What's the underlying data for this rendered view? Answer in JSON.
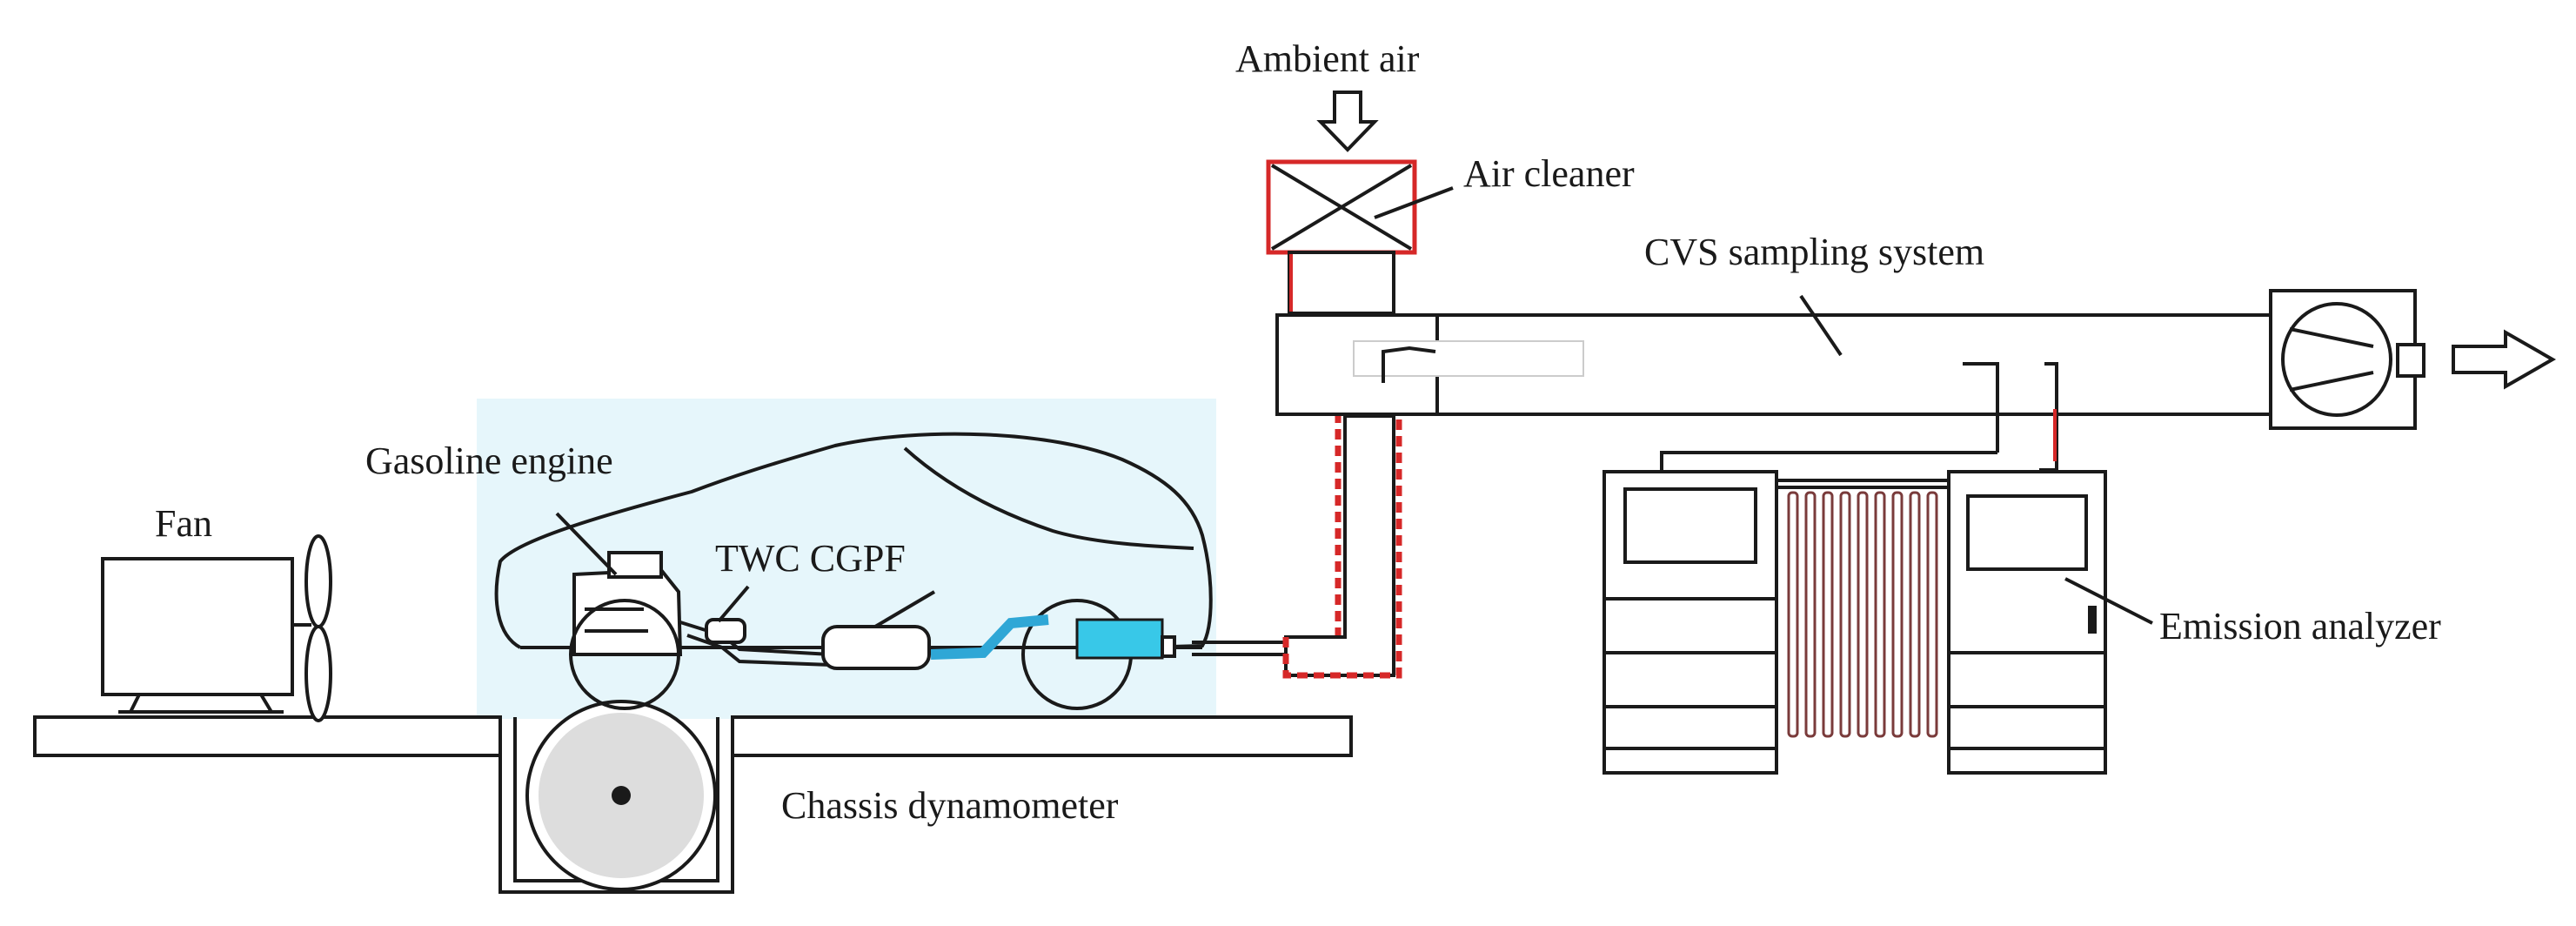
{
  "labels": {
    "ambient_air": "Ambient air",
    "air_cleaner": "Air cleaner",
    "cvs_sampling_system": "CVS sampling system",
    "gasoline_engine": "Gasoline engine",
    "fan": "Fan",
    "twc_cgpf": "TWC CGPF",
    "emission_analyzer": "Emission analyzer",
    "chassis_dynamometer": "Chassis dynamometer"
  },
  "colors": {
    "line": "#1a1a1a",
    "exhaust_pipe_blue": "#2fa7d6",
    "cyan_component": "#38c8e8",
    "vehicle_panel": "#e6f6fb",
    "dilution_connector": "#d62828",
    "dynamometer_roller": "#dddddd"
  }
}
